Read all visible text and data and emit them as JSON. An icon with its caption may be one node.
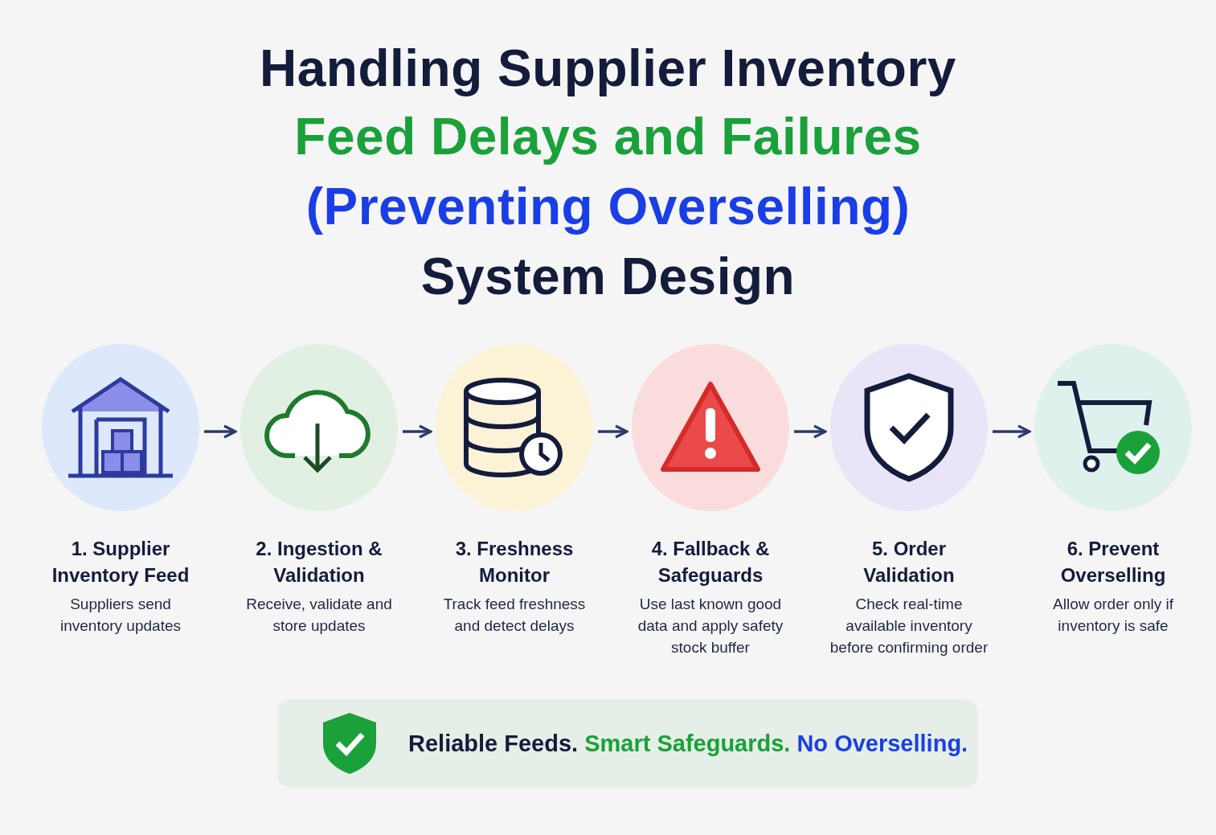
{
  "diagram": {
    "nodes": [
      {
        "text": [
          "1. Supplier Inventory Feed",
          "Suppliers send inventory updates"
        ]
      },
      {
        "text": [
          "2. Ingestion & Validation",
          "Receive, validate and store updates"
        ]
      },
      {
        "text": [
          "3. Freshness Monitor",
          "Track feed freshness and detect delays"
        ]
      },
      {
        "text": [
          "4. Fallback & Safeguards",
          "Use last known good data and apply safety stock buffer"
        ]
      },
      {
        "text": [
          "5. Order Validation",
          "Check real-time available inventory before confirming order"
        ]
      },
      {
        "text": [
          "6. Prevent Overselling",
          "Allow order only if inventory is safe"
        ]
      },
      {
        "text": [
          "Reliable Feeds.",
          "Smart Safeguards.",
          "No Overselling."
        ]
      }
    ],
    "edges": [
      {
        "from": 0,
        "to": 1,
        "arrow": "to"
      },
      {
        "from": 1,
        "to": 2,
        "arrow": "to"
      },
      {
        "from": 2,
        "to": 3,
        "arrow": "to"
      },
      {
        "from": 3,
        "to": 4,
        "arrow": "to"
      },
      {
        "from": 4,
        "to": 5,
        "arrow": "to"
      }
    ],
    "labels": [
      "Handling Supplier Inventory",
      "Feed Delays and Failures",
      "(Preventing Overselling)",
      "System Design"
    ]
  }
}
